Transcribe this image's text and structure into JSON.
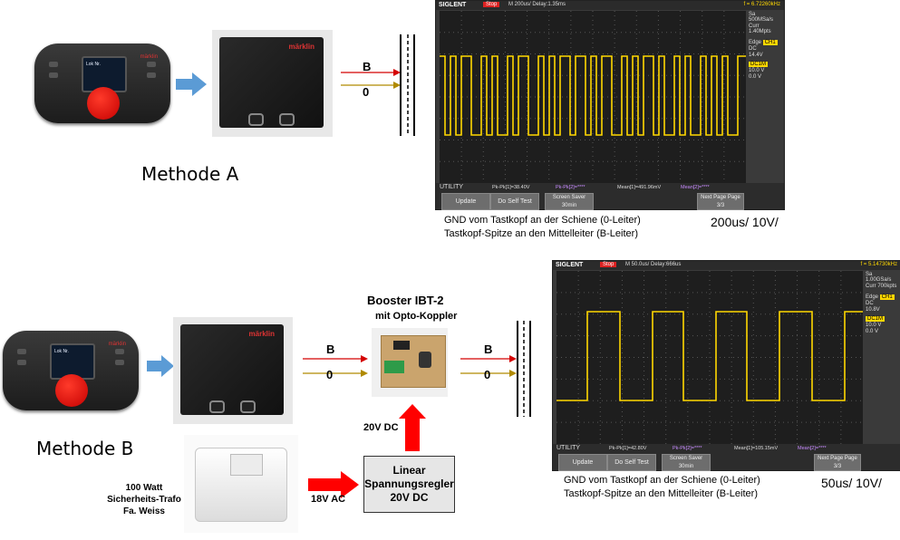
{
  "method_a": {
    "title": "Methode A",
    "wire_b": "B",
    "wire_0": "0",
    "scope": {
      "logo": "SIGLENT",
      "status": "Stop",
      "timebase": "M 200us/   Delay:1.35ms",
      "frequency": "f = 6.72260kHz",
      "sample_rate": "Sa 500MSa/s",
      "memory": "Curr 1.40Mpts",
      "trigger_mode": "Edge",
      "trigger_channel": "CH1",
      "trigger_coupling": "DC",
      "trigger_level": "14.4V",
      "ch_coupling": "DC1M",
      "ch_scale": "10.0 V",
      "ch_offset": "0.0 V",
      "utility": "UTILITY",
      "meas_1": "Pk-Pk[1]=38.40V",
      "meas_2": "Pk-Pk[2]=****",
      "meas_3": "Mean[1]=491.96mV",
      "meas_4": "Mean[2]=****",
      "btn_update": "Update",
      "btn_self_test": "Do Self Test",
      "btn_screen_saver": "Screen Saver 30min",
      "btn_next_page": "Next Page Page 3/3"
    },
    "note_line1": "GND vom Tastkopf an der Schiene (0-Leiter)",
    "note_line2": "Tastkopf-Spitze an den Mittelleiter (B-Leiter)",
    "scale": "200us/ 10V/"
  },
  "method_b": {
    "title": "Methode B",
    "wire_b1": "B",
    "wire_01": "0",
    "wire_b2": "B",
    "wire_02": "0",
    "booster_title": "Booster IBT-2",
    "booster_subtitle": "mit Opto-Koppler",
    "dc_label": "20V DC",
    "ac_label": "18V AC",
    "trafo_line1": "100 Watt",
    "trafo_line2": "Sicherheits-Trafo",
    "trafo_line3": "Fa. Weiss",
    "regulator_line1": "Linear",
    "regulator_line2": "Spannungsregler",
    "regulator_line3": "20V DC",
    "scope": {
      "logo": "SIGLENT",
      "status": "Stop",
      "timebase": "M 50.0us/   Delay:666us",
      "frequency": "f = 5.14730kHz",
      "sample_rate": "Sa 1.00GSa/s",
      "memory": "Curr 700kpts",
      "trigger_mode": "Edge",
      "trigger_channel": "CH1",
      "trigger_coupling": "DC",
      "trigger_level": "10.8V",
      "ch_coupling": "DC1M",
      "ch_scale": "10.0 V",
      "ch_offset": "0.0 V",
      "utility": "UTILITY",
      "meas_1": "Pk-Pk[1]=42.80V",
      "meas_2": "Pk-Pk[2]=****",
      "meas_3": "Mean[1]=105.15mV",
      "meas_4": "Mean[2]=****",
      "btn_update": "Update",
      "btn_self_test": "Do Self Test",
      "btn_screen_saver": "Screen Saver 30min",
      "btn_next_page": "Next Page Page 3/3"
    },
    "note_line1": "GND vom Tastkopf an der Schiene (0-Leiter)",
    "note_line2": "Tastkopf-Spitze an den Mittelleiter (B-Leiter)",
    "scale": "50us/ 10V/"
  },
  "device_text": {
    "controller_brand": "märklin",
    "controller_screen": "Lok Nr.",
    "interface_brand": "märklin"
  },
  "colors": {
    "wire_b": "#d40000",
    "wire_0": "#b08a00",
    "signal_arrow": "#5b9bd5",
    "power_arrow": "#ff0000",
    "trace": "#ffd800"
  }
}
